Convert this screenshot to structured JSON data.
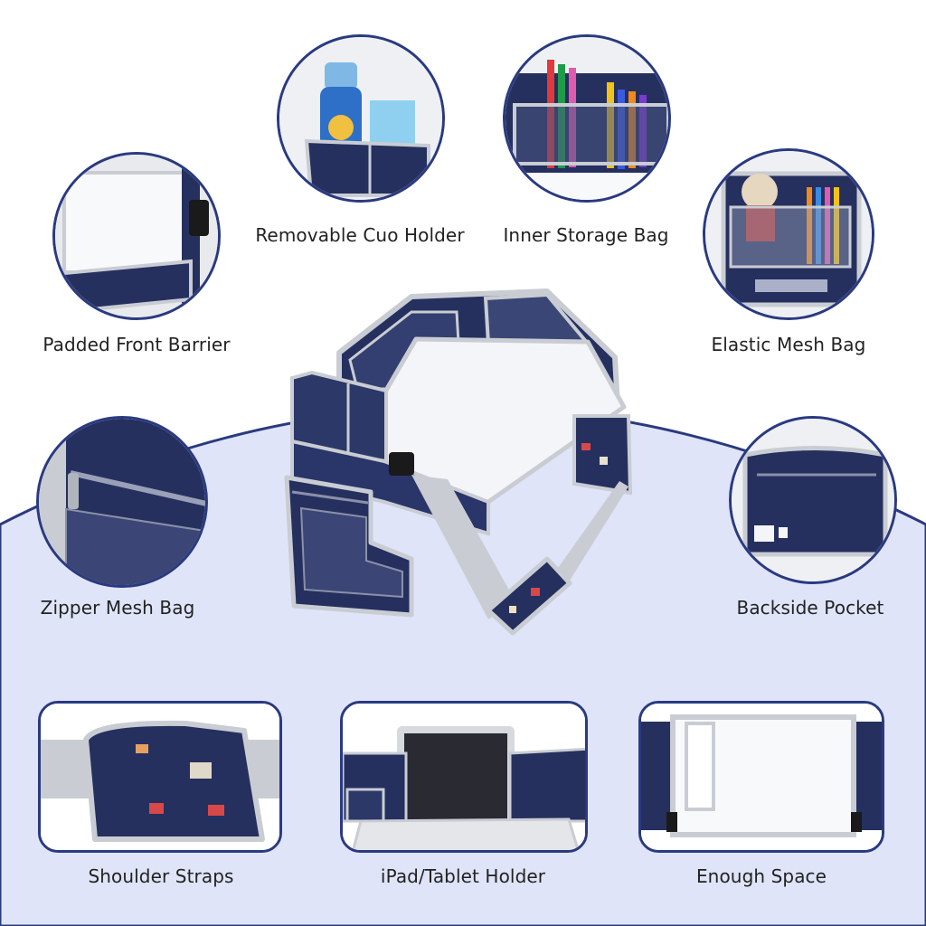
{
  "colors": {
    "accent": "#2a3a80",
    "navy": "#25305f",
    "background_arc": "#dfe4f8",
    "trim": "#c9cdd3",
    "board": "#f4f5f8"
  },
  "features": [
    {
      "id": "padded-front-barrier",
      "label": "Padded Front Barrier"
    },
    {
      "id": "removable-cup-holder",
      "label": "Removable Cuo Holder"
    },
    {
      "id": "inner-storage-bag",
      "label": "Inner Storage Bag"
    },
    {
      "id": "elastic-mesh-bag",
      "label": "Elastic Mesh Bag"
    },
    {
      "id": "zipper-mesh-bag",
      "label": "Zipper Mesh Bag"
    },
    {
      "id": "backside-pocket",
      "label": "Backside Pocket"
    },
    {
      "id": "shoulder-straps",
      "label": "Shoulder Straps"
    },
    {
      "id": "ipad-tablet-holder",
      "label": "iPad/Tablet Holder"
    },
    {
      "id": "enough-space",
      "label": "Enough Space"
    }
  ]
}
